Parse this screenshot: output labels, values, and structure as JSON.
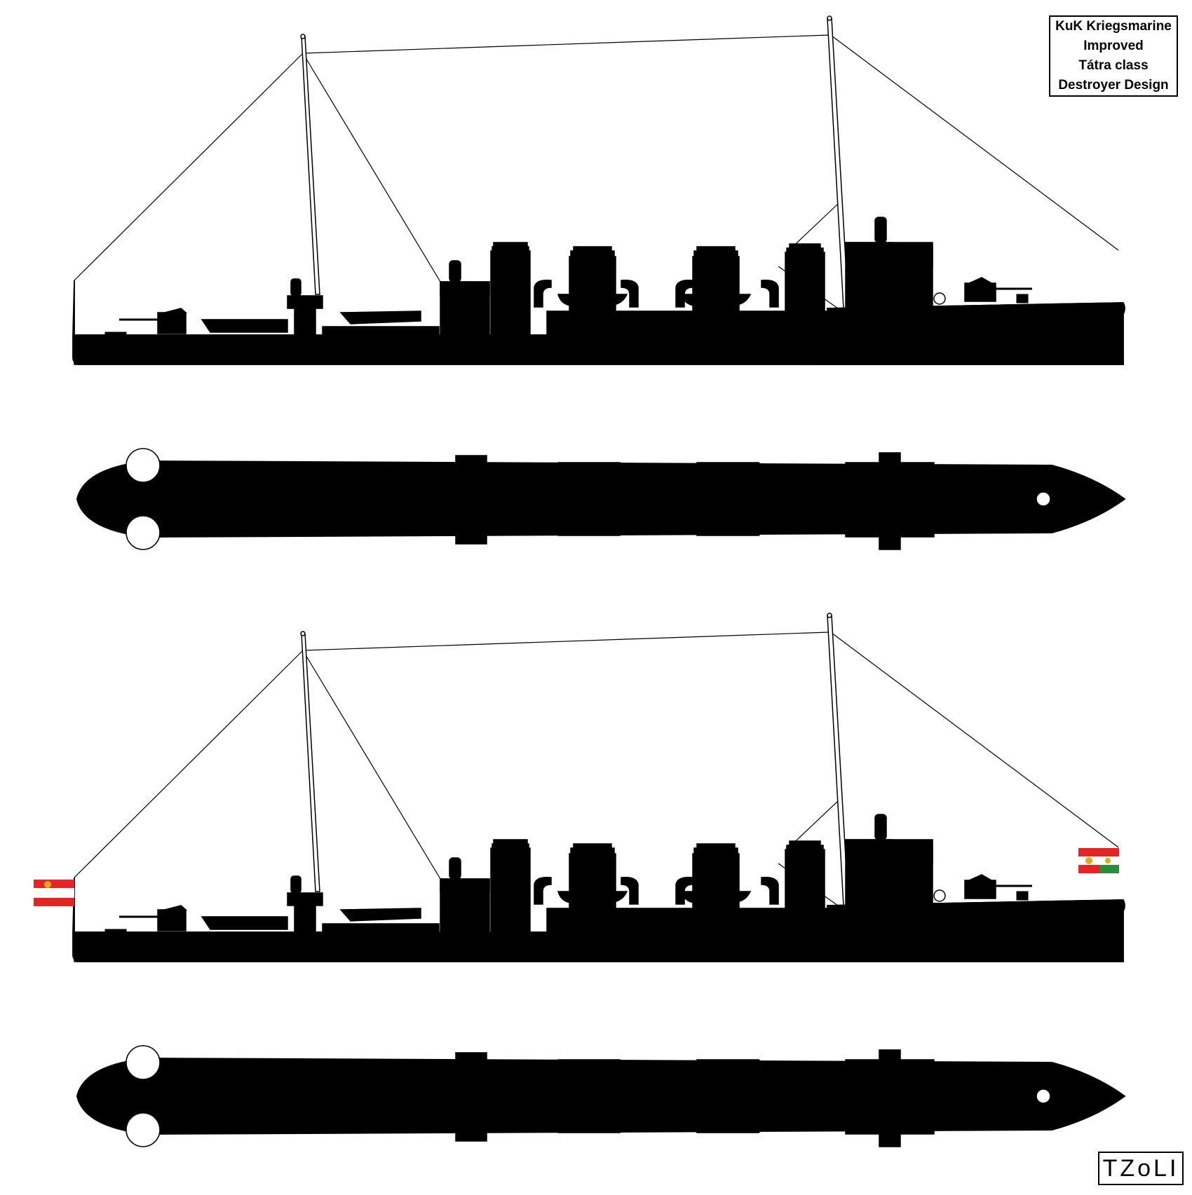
{
  "title_box": {
    "lines": [
      "KuK Kriegsmarine",
      "Improved",
      "Tátra class",
      "Destroyer Design"
    ]
  },
  "signature": "TZoLI",
  "views": [
    {
      "id": "profile-outline",
      "kind": "side-profile",
      "colored": false
    },
    {
      "id": "plan-outline",
      "kind": "top-plan",
      "colored": false
    },
    {
      "id": "profile-colored",
      "kind": "side-profile",
      "colored": true,
      "flags": [
        "austrian-ensign-stern",
        "austro-hungarian-flag-bow"
      ]
    },
    {
      "id": "plan-colored",
      "kind": "top-plan",
      "colored": true
    }
  ],
  "colors": {
    "hull_gray": "#b4bfc1",
    "deck_gray": "#949d9c",
    "boot_topping_red": "#b22018",
    "porthole_blue": "#2a78c8",
    "bridge_khaki": "#a39879",
    "boat_tan": "#dcc49a",
    "deck_tan": "#e3c48e",
    "flag_red": "#e52424",
    "flag_green": "#2e8b3a",
    "outline": "#000000"
  }
}
